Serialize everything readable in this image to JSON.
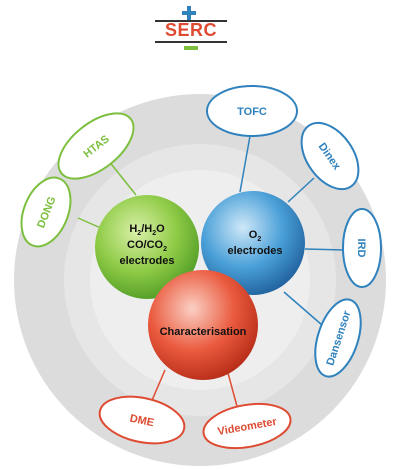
{
  "logo": {
    "text": "SERC"
  },
  "colors": {
    "green": "#7cbf3e",
    "blue": "#2f82bd",
    "red": "#de4b32",
    "outer_ring": "#dcdcdc",
    "mid_ring": "#e6e6e6",
    "inner_ring": "#eeeeee"
  },
  "spheres": {
    "h2": {
      "line1_main": "H",
      "line1_sub1": "2",
      "line1_mid": "/H",
      "line1_sub2": "2",
      "line1_end": "O",
      "line2_main": "CO/CO",
      "line2_sub": "2",
      "line3": "electrodes"
    },
    "o2": {
      "line1_main": "O",
      "line1_sub": "2",
      "line2": "electrodes"
    },
    "characterisation": {
      "label": "Characterisation"
    }
  },
  "partners": {
    "htas": "HTAS",
    "dong": "DONG",
    "tofc": "TOFC",
    "dinex": "Dinex",
    "ird": "IRD",
    "dansensor": "Dansensor",
    "dme": "DME",
    "videometer": "Videometer"
  }
}
